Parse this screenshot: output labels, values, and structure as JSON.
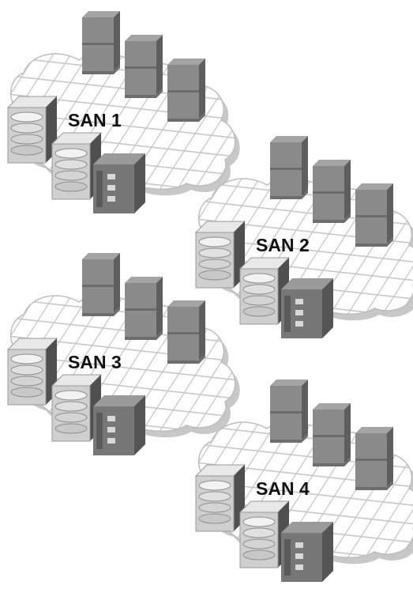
{
  "diagram": {
    "clusters": [
      {
        "label": "SAN 1"
      },
      {
        "label": "SAN 2"
      },
      {
        "label": "SAN 3"
      },
      {
        "label": "SAN 4"
      }
    ]
  },
  "icons": {
    "network": "network-cloud-icon",
    "server": "server-tower-icon",
    "storage": "disk-storage-stack-icon",
    "switch": "storage-cabinet-icon"
  },
  "colors": {
    "cloud_fill": "#ffffff",
    "cloud_shadow": "#c8c8c8",
    "grid": "#c6c6c6",
    "server_front": "#8a8a8a",
    "server_side": "#5e5e5e",
    "server_top": "#a4a4a4",
    "storage_light": "#e8e8e8",
    "storage_mid": "#bdbdbd",
    "cabinet_front": "#777777",
    "cabinet_side": "#555555",
    "label": "#111111"
  }
}
